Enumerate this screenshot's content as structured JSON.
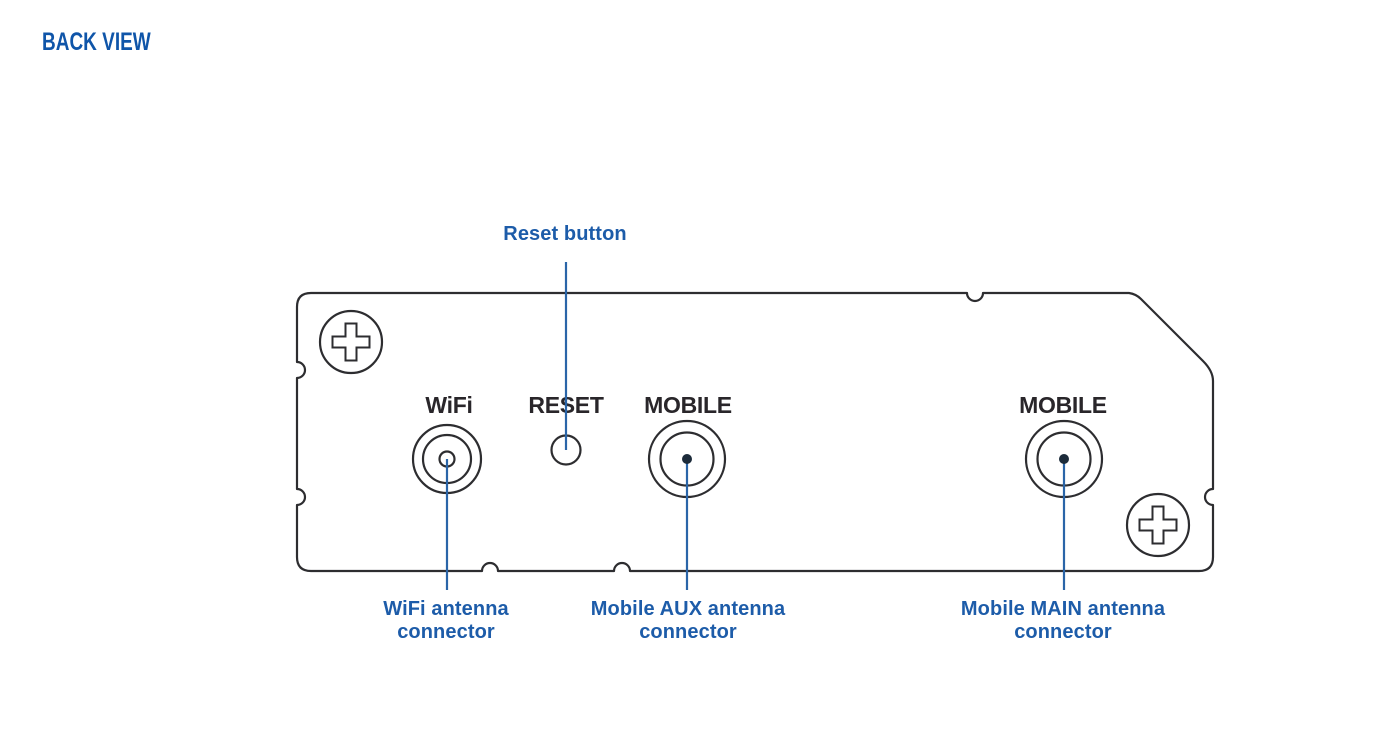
{
  "page": {
    "title": "BACK VIEW"
  },
  "colors": {
    "title_blue": "#0f55a9",
    "callout_blue": "#1d5ca9",
    "leader_blue": "#2a65a8",
    "outline_dark": "#2d2d30",
    "port_label_dark": "#29262a",
    "background": "#ffffff"
  },
  "ports": {
    "wifi": "WiFi",
    "reset": "RESET",
    "mobile_aux": "MOBILE",
    "mobile_main": "MOBILE"
  },
  "callouts": {
    "reset": {
      "label": "Reset button"
    },
    "wifi": {
      "line1": "WiFi antenna",
      "line2": "connector"
    },
    "mobile_aux": {
      "line1": "Mobile AUX antenna",
      "line2": "connector"
    },
    "mobile_main": {
      "line1": "Mobile MAIN antenna",
      "line2": "connector"
    }
  }
}
